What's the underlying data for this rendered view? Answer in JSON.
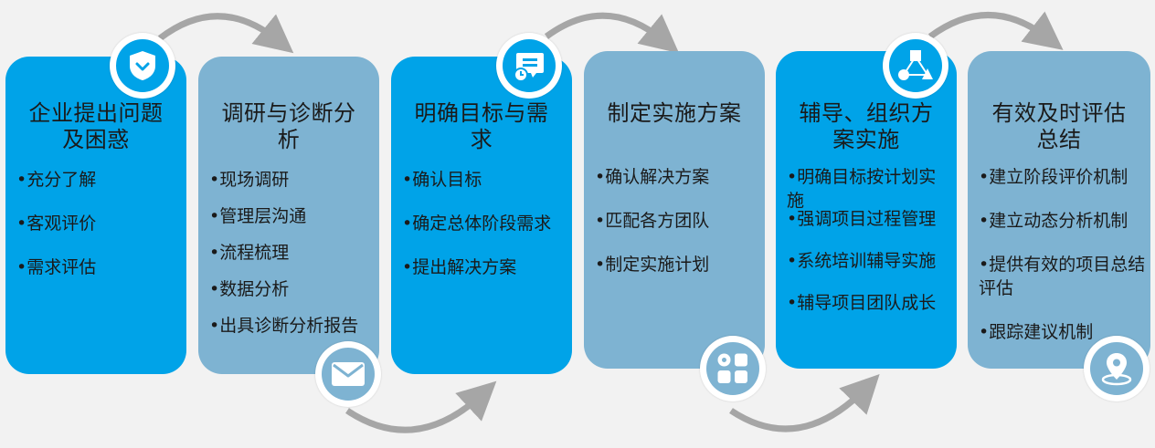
{
  "colors": {
    "blue": "#00a3e8",
    "grey_blue": "#7eb3d2",
    "arrow": "#a6a6a6",
    "background": "#f2f2f2"
  },
  "steps": [
    {
      "title_lines": [
        "企业提出问题",
        "及困惑"
      ],
      "items": [
        "充分了解",
        "客观评价",
        "需求评估"
      ],
      "icon": "shield-check-icon",
      "color": "blue"
    },
    {
      "title_lines": [
        "调研与诊断分",
        "析"
      ],
      "items": [
        "现场调研",
        "管理层沟通",
        "流程梳理",
        "数据分析",
        "出具诊断分析报告"
      ],
      "icon": "envelope-icon",
      "color": "grey"
    },
    {
      "title_lines": [
        "明确目标与需",
        "求"
      ],
      "items": [
        "确认目标",
        "确定总体阶段需求",
        "提出解决方案"
      ],
      "icon": "chat-clock-icon",
      "color": "blue"
    },
    {
      "title_lines": [
        "制定实施方案"
      ],
      "items": [
        "确认解决方案",
        "匹配各方团队",
        "制定实施计划"
      ],
      "icon": "app-grid-icon",
      "color": "grey"
    },
    {
      "title_lines": [
        "辅导、组织方",
        "案实施"
      ],
      "items": [
        "明确目标按计划实施",
        "强调项目过程管理",
        "系统培训辅导实施",
        "辅导项目团队成长"
      ],
      "icon": "network-shapes-icon",
      "color": "blue"
    },
    {
      "title_lines": [
        "有效及时评估",
        "总结"
      ],
      "items": [
        "建立阶段评价机制",
        "建立动态分析机制",
        "提供有效的项目总结评估",
        "跟踪建议机制"
      ],
      "icon": "location-pin-icon",
      "color": "grey"
    }
  ]
}
